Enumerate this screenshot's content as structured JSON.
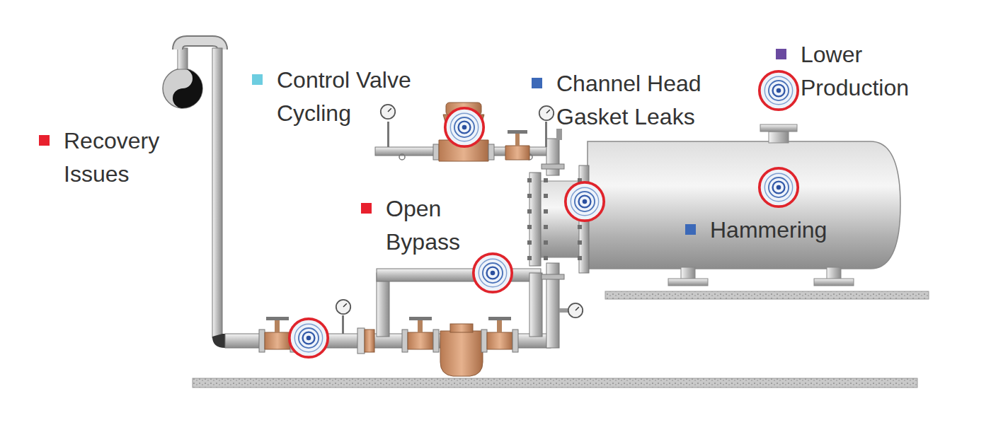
{
  "diagram": {
    "legend": [
      {
        "text": "Control Valve Cycling",
        "color": "#6dcde0"
      },
      {
        "text": "Channel Head Gasket Leaks",
        "color": "#3c69b8"
      },
      {
        "text": "Lower Production",
        "color": "#6a4aa0"
      },
      {
        "text": "Recovery Issues",
        "color": "#e8202e"
      },
      {
        "text": "Open Bypass",
        "color": "#e8202e"
      },
      {
        "text": "Hammering",
        "color": "#3c69b8"
      }
    ]
  }
}
